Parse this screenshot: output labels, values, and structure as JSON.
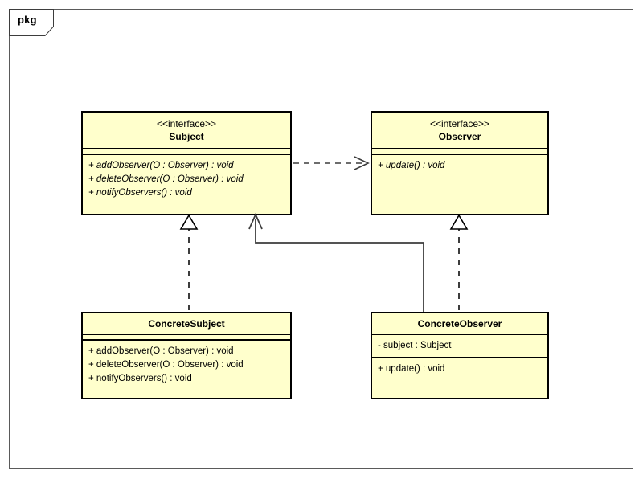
{
  "diagram": {
    "type": "uml-class-diagram",
    "pattern": "Observer",
    "package": {
      "label": "pkg"
    },
    "classes": [
      {
        "id": "subject",
        "name": "Subject",
        "stereotype": "<<interface>>",
        "abstract": true,
        "attributes": [],
        "methods": [
          "+ addObserver(O : Observer) : void",
          "+ deleteObserver(O : Observer) : void",
          "+ notifyObservers() : void"
        ]
      },
      {
        "id": "observer",
        "name": "Observer",
        "stereotype": "<<interface>>",
        "abstract": true,
        "attributes": [],
        "methods": [
          "+ update() : void"
        ]
      },
      {
        "id": "concrete-subject",
        "name": "ConcreteSubject",
        "stereotype": "",
        "abstract": false,
        "attributes": [],
        "methods": [
          "+ addObserver(O : Observer) : void",
          "+ deleteObserver(O : Observer) : void",
          "+ notifyObservers() : void"
        ]
      },
      {
        "id": "concrete-observer",
        "name": "ConcreteObserver",
        "stereotype": "",
        "abstract": false,
        "attributes": [
          "- subject : Subject"
        ],
        "methods": [
          "+ update() : void"
        ]
      }
    ],
    "relationships": [
      {
        "id": "subject-uses-observer",
        "kind": "dependency",
        "line": "dashed",
        "arrowhead": "open",
        "from": "subject",
        "to": "observer",
        "label": ""
      },
      {
        "id": "concrete-subject-realizes-subject",
        "kind": "realization",
        "line": "dashed",
        "arrowhead": "hollow-triangle",
        "from": "concrete-subject",
        "to": "subject",
        "label": ""
      },
      {
        "id": "concrete-observer-realizes-observer",
        "kind": "realization",
        "line": "dashed",
        "arrowhead": "hollow-triangle",
        "from": "concrete-observer",
        "to": "observer",
        "label": ""
      },
      {
        "id": "concrete-observer-association-subject",
        "kind": "association",
        "line": "solid",
        "arrowhead": "open",
        "from": "concrete-observer",
        "to": "subject",
        "label": ""
      }
    ],
    "colors": {
      "class_fill": "#ffffcc",
      "class_border": "#000000",
      "frame_border": "#5a5a5a",
      "connector": "#3d3d3d",
      "background": "#ffffff"
    }
  }
}
